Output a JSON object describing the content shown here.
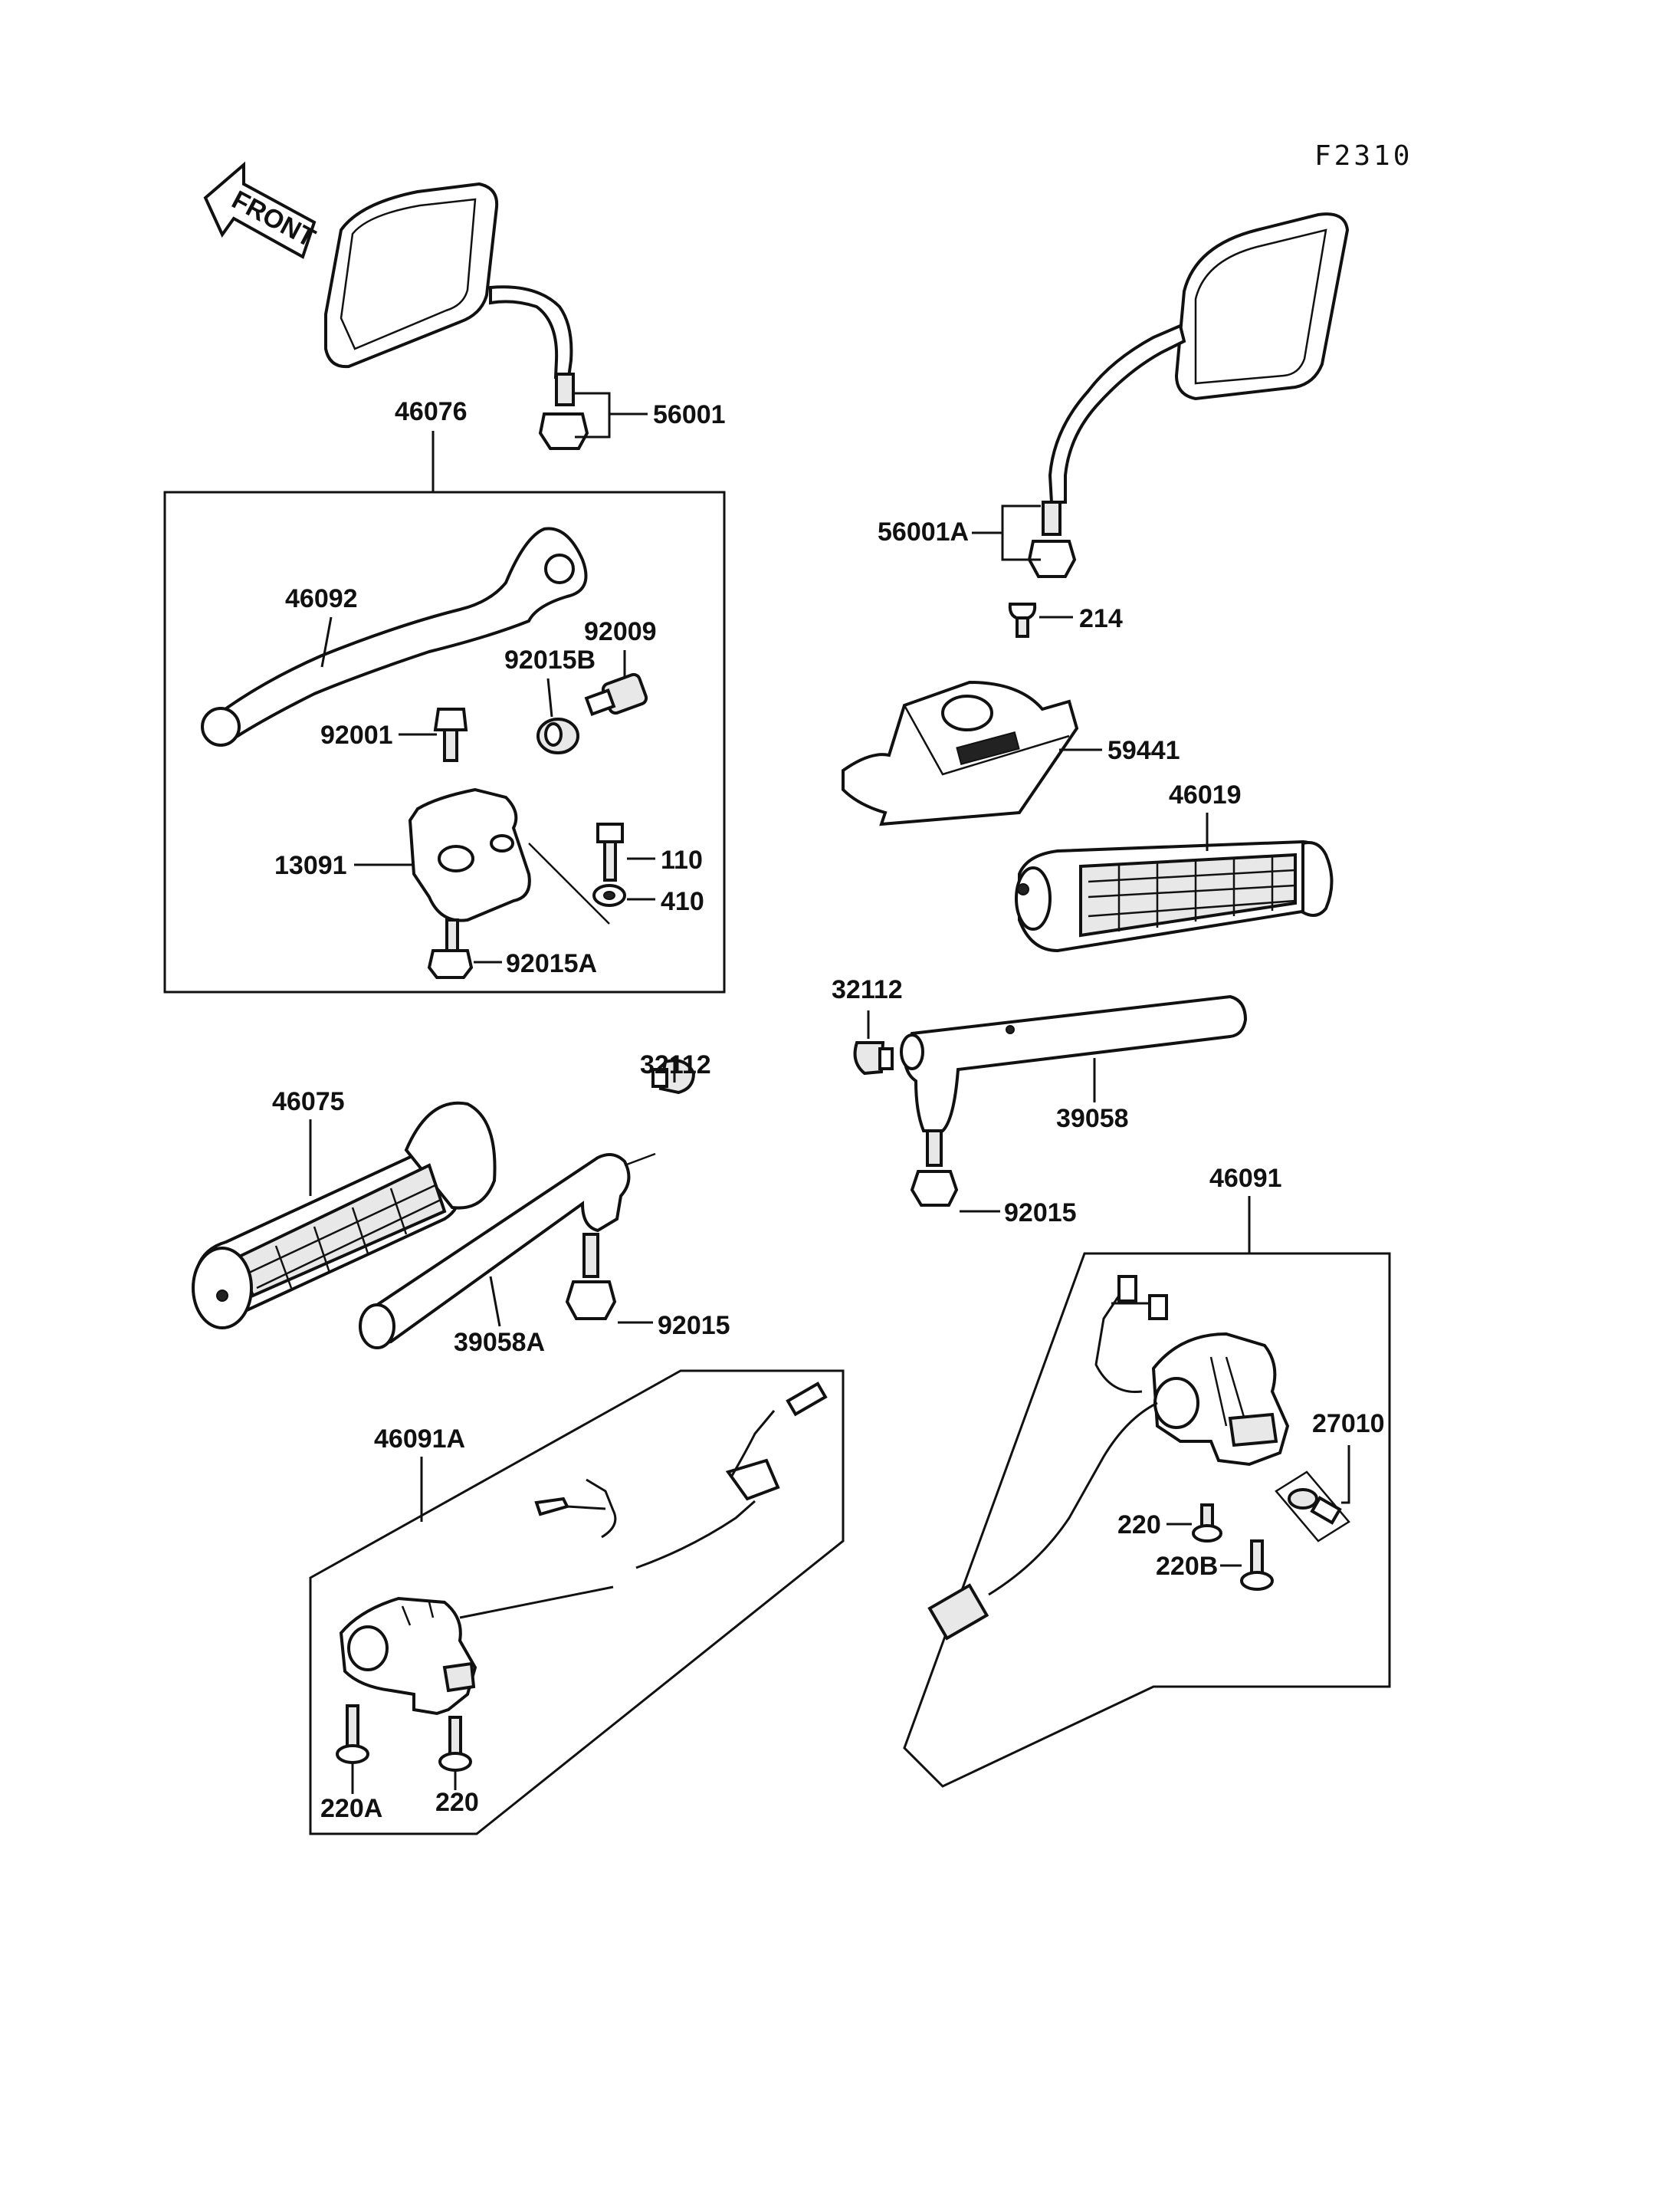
{
  "figure_code": "F2310",
  "front_arrow": "FRONT",
  "labels": {
    "p46076": "46076",
    "p56001": "56001",
    "p46092": "46092",
    "p92009": "92009",
    "p92015B": "92015B",
    "p92001": "92001",
    "p13091": "13091",
    "p110": "110",
    "p410": "410",
    "p92015A": "92015A",
    "p56001A": "56001A",
    "p214": "214",
    "p59441": "59441",
    "p46019": "46019",
    "p32112_right": "32112",
    "p39058": "39058",
    "p92015_right": "92015",
    "p46075": "46075",
    "p32112_left": "32112",
    "p39058A": "39058A",
    "p92015_left": "92015",
    "p46091": "46091",
    "p27010": "27010",
    "p220_right": "220",
    "p220B": "220B",
    "p46091A": "46091A",
    "p220A": "220A",
    "p220_left": "220"
  }
}
